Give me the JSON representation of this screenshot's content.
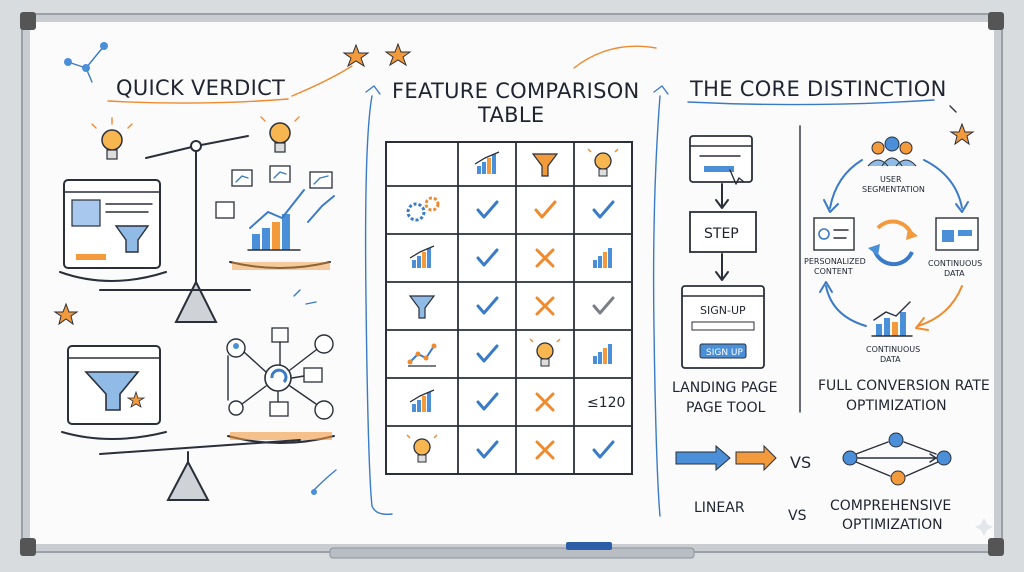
{
  "sections": {
    "verdict_title": "QUICK VERDICT",
    "comparison_title_line1": "FEATURE COMPARISON",
    "comparison_title_line2": "TABLE",
    "distinction_title": "THE CORE DISTINCTION"
  },
  "table": {
    "rows": [
      {
        "icon": "gears-icon",
        "cells": [
          "check",
          "check-orange",
          "check"
        ]
      },
      {
        "icon": "bar-chart-icon",
        "cells": [
          "check",
          "cross",
          "bars"
        ]
      },
      {
        "icon": "funnel-icon",
        "cells": [
          "check",
          "cross",
          "check-gray"
        ]
      },
      {
        "icon": "line-chart-icon",
        "cells": [
          "check",
          "bulb",
          "bars"
        ]
      },
      {
        "icon": "bar-chart-icon",
        "cells": [
          "check",
          "cross",
          "text"
        ]
      },
      {
        "icon": "lightbulb-icon",
        "cells": [
          "check",
          "cross",
          "check"
        ]
      }
    ],
    "text_cell": "≤120"
  },
  "landing": {
    "step_label": "STEP",
    "signup_label": "SIGN-UP",
    "signup_button": "SIGN UP",
    "caption_line1": "LANDING PAGE",
    "caption_line2": "PAGE TOOL"
  },
  "cro": {
    "node_top_line1": "USER",
    "node_top_line2": "SEGMENTATION",
    "node_left_line1": "PERSONALIZED",
    "node_left_line2": "CONTENT",
    "node_right_line1": "CONTINUOUS",
    "node_right_line2": "DATA",
    "node_bottom_line1": "CONTINUOUS",
    "node_bottom_line2": "DATA",
    "caption_line1": "FULL CONVERSION RATE",
    "caption_line2": "OPTIMIZATION"
  },
  "compare": {
    "vs_top": "VS",
    "linear": "LINEAR",
    "vs_bottom": "VS",
    "comprehensive_line1": "COMPREHENSIVE",
    "comprehensive_line2": "OPTIMIZATION"
  },
  "colors": {
    "accent_blue": "#4a8fd8",
    "accent_orange": "#f29a3c",
    "ink": "#2a2f3a"
  }
}
